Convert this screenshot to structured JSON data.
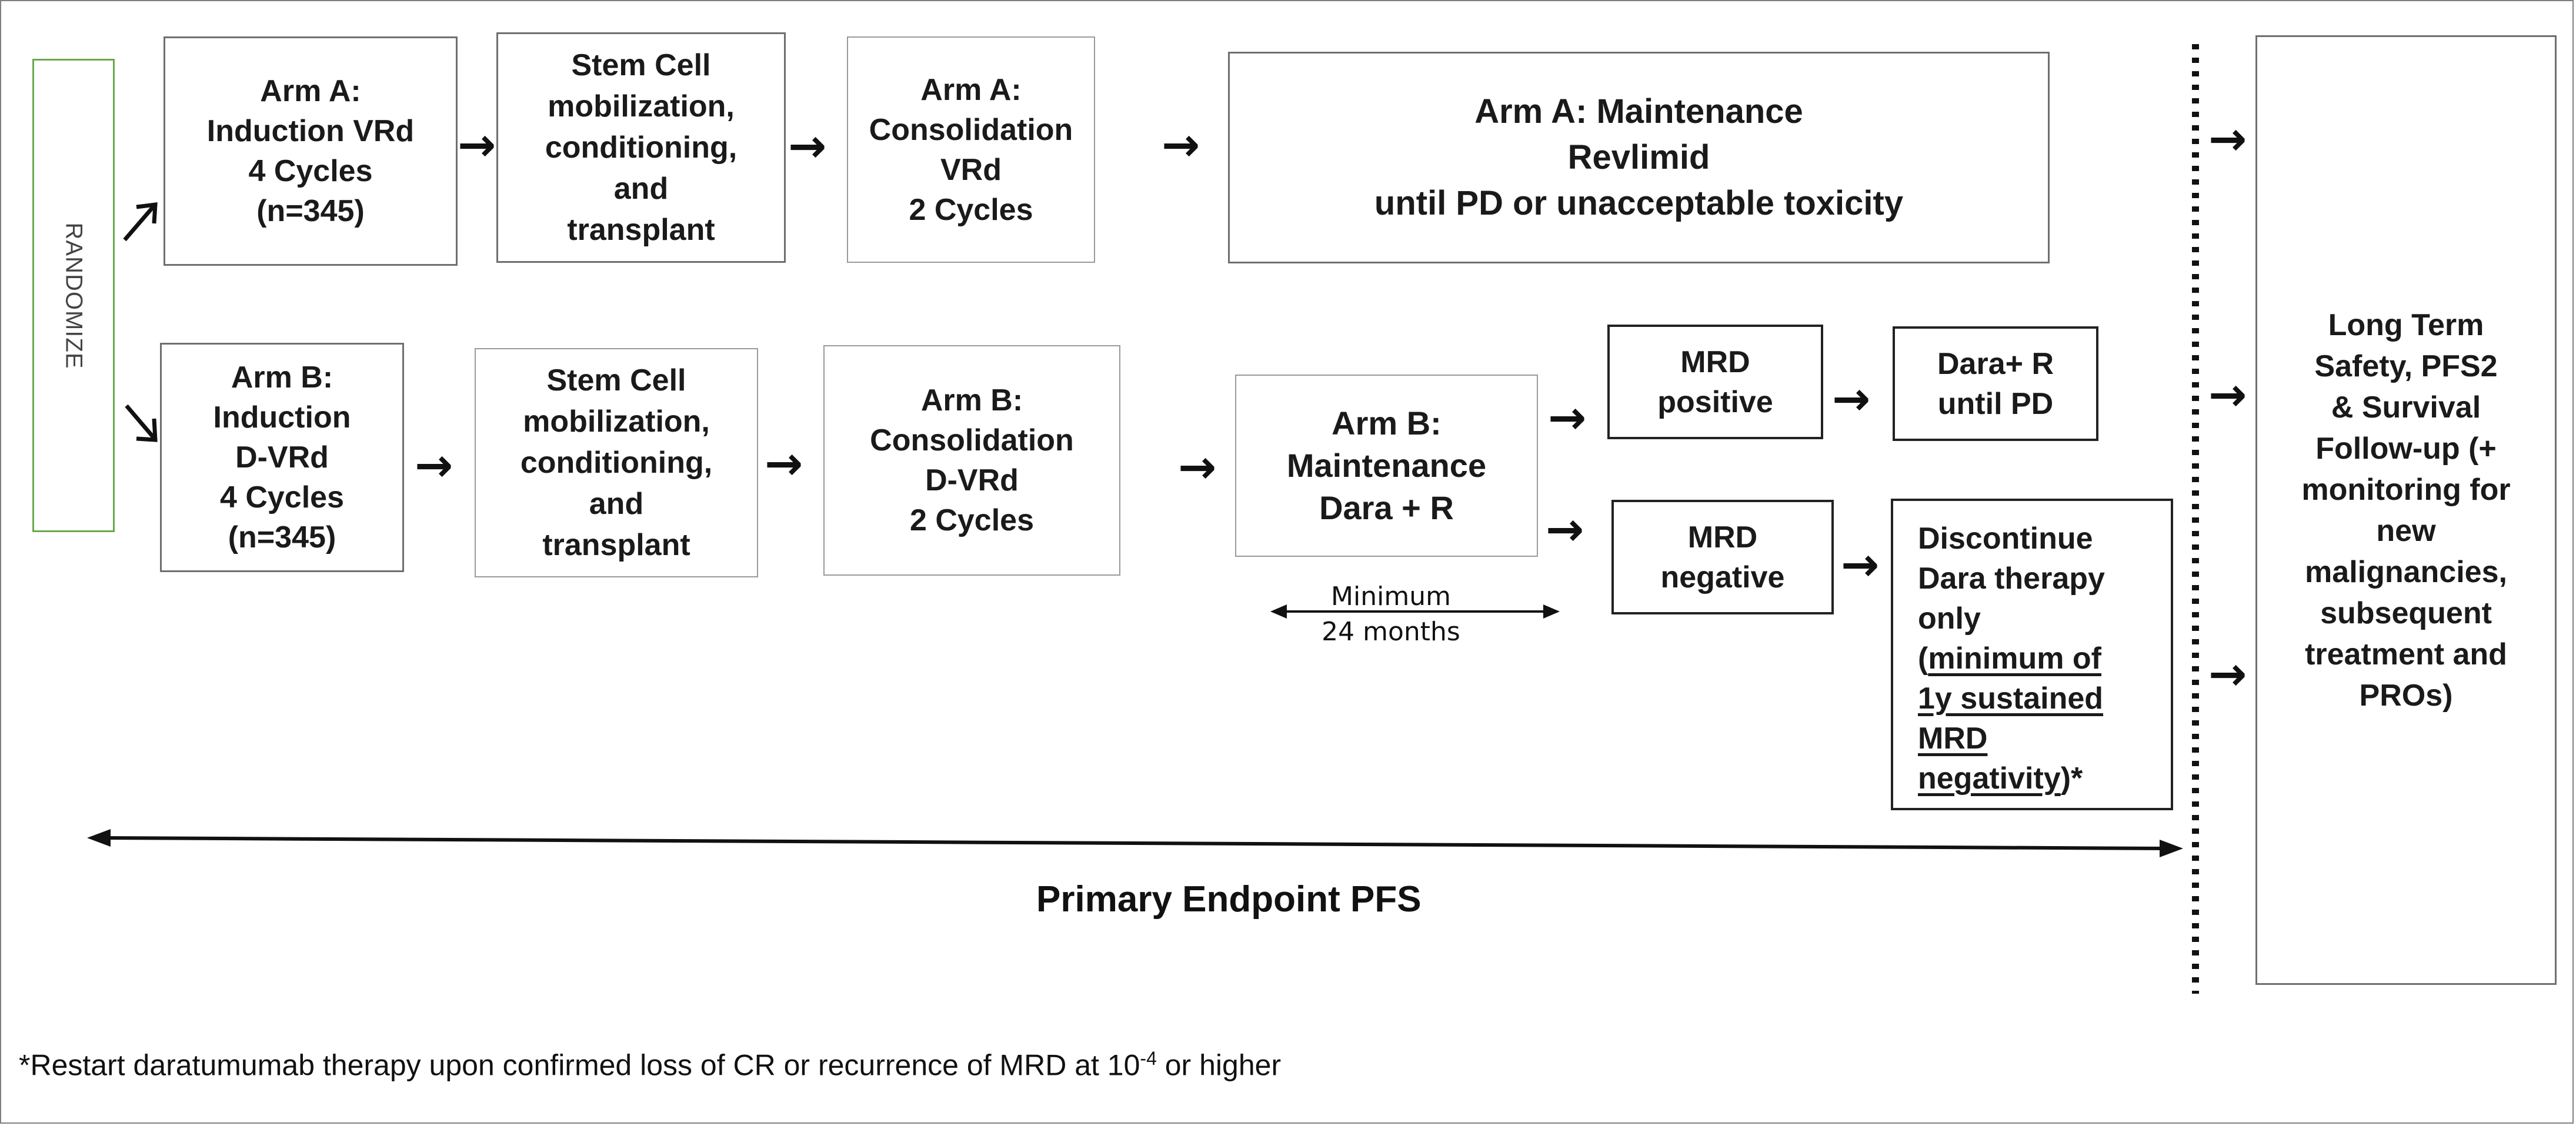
{
  "randomize": "RANDOMIZE",
  "arm_a": {
    "induction": [
      "Arm A:",
      "Induction VRd",
      "4 Cycles",
      "(n=345)"
    ],
    "stem_cell": [
      "Stem Cell",
      "mobilization,",
      "conditioning,",
      "and",
      "transplant"
    ],
    "consolidation": [
      "Arm A:",
      "Consolidation",
      "VRd",
      "2 Cycles"
    ],
    "maintenance": [
      "Arm A: Maintenance",
      "Revlimid",
      "until PD or unacceptable toxicity"
    ]
  },
  "arm_b": {
    "induction": [
      "Arm B:",
      "Induction",
      "D-VRd",
      "4 Cycles",
      "(n=345)"
    ],
    "stem_cell": [
      "Stem Cell",
      "mobilization,",
      "conditioning,",
      "and",
      "transplant"
    ],
    "consolidation": [
      "Arm B:",
      "Consolidation",
      "D-VRd",
      "2 Cycles"
    ],
    "maintenance": [
      "Arm B:",
      "Maintenance",
      "Dara + R"
    ],
    "mrd_positive": [
      "MRD",
      "positive"
    ],
    "dara_r": [
      "Dara+ R",
      "until PD"
    ],
    "mrd_negative": [
      "MRD",
      "negative"
    ],
    "discontinue": {
      "line1": "Discontinue",
      "line2": "Dara therapy",
      "line3": "only",
      "paren_open": "(",
      "u1": "minimum of",
      "u2": "1y sustained",
      "u3": "MRD",
      "u4": "negativity",
      "close": ")*"
    }
  },
  "minimum": [
    "Minimum",
    "24 months"
  ],
  "primary_endpoint": "Primary Endpoint PFS",
  "long_term": [
    "Long Term",
    "Safety, PFS2",
    "& Survival",
    "Follow-up (+",
    "monitoring for",
    "new",
    "malignancies,",
    "subsequent",
    "treatment and",
    "PROs)"
  ],
  "footnote": {
    "before": "*Restart daratumumab therapy upon confirmed loss of CR or recurrence of MRD at 10",
    "sup": "-4",
    "after": " or higher"
  },
  "icons": [
    "arrow-right-icon",
    "double-arrow-icon"
  ],
  "colors": {
    "randomize_border": "#6aa84f",
    "box_border": "#6f6f6f",
    "text": "#1a1a1a"
  }
}
